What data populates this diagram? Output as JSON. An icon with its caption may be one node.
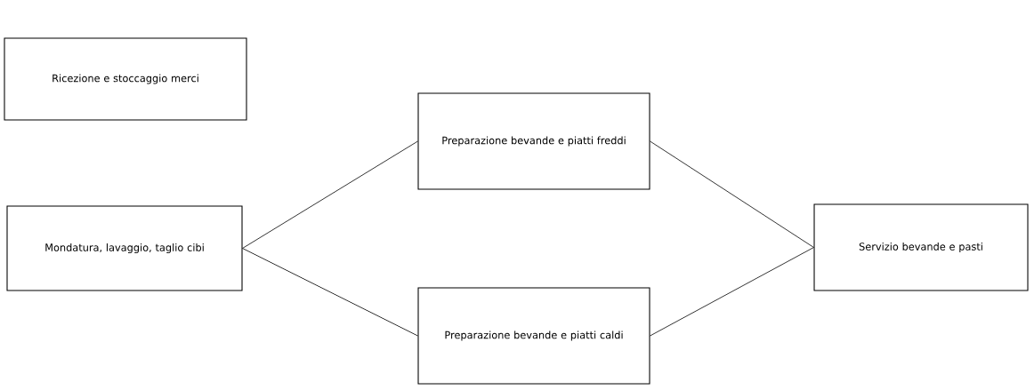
{
  "diagram": {
    "nodes": [
      {
        "text": [
          "Ricezione e stoccaggio merci"
        ]
      },
      {
        "text": [
          "Mondatura, lavaggio, taglio cibi"
        ]
      },
      {
        "text": [
          "Preparazione bevande e piatti freddi"
        ]
      },
      {
        "text": [
          "Preparazione bevande e piatti caldi"
        ]
      },
      {
        "text": [
          "Servizio bevande e pasti"
        ]
      }
    ],
    "edges": [
      {
        "from": 1,
        "to": 2,
        "arrow": "none"
      },
      {
        "from": 1,
        "to": 3,
        "arrow": "none"
      },
      {
        "from": 2,
        "to": 4,
        "arrow": "none"
      },
      {
        "from": 3,
        "to": 4,
        "arrow": "none"
      }
    ]
  }
}
